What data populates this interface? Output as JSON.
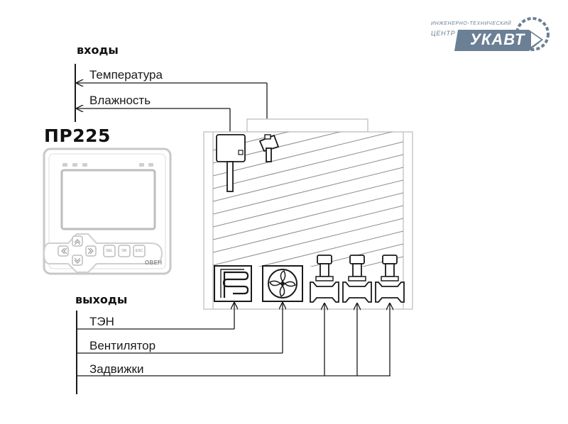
{
  "logo": {
    "line1": "ИНЖЕНЕРНО-ТЕХНИЧЕСКИЙ",
    "line2": "ЦЕНТР",
    "brand": "УКАВТ"
  },
  "inputs": {
    "header": "входы",
    "items": [
      {
        "label": "Температура"
      },
      {
        "label": "Влажность"
      }
    ]
  },
  "outputs": {
    "header": "выходы",
    "items": [
      {
        "label": "ТЭН"
      },
      {
        "label": "Вентилятор"
      },
      {
        "label": "Задвижки"
      }
    ]
  },
  "controller": {
    "model": "ПР225",
    "buttons": [
      "SEL",
      "OK",
      "ESC"
    ],
    "brand": "ОВЕН"
  },
  "colors": {
    "line": "#1a1a1a",
    "device_outline": "#c8c8c8",
    "logo_blue": "#6b7f95"
  }
}
